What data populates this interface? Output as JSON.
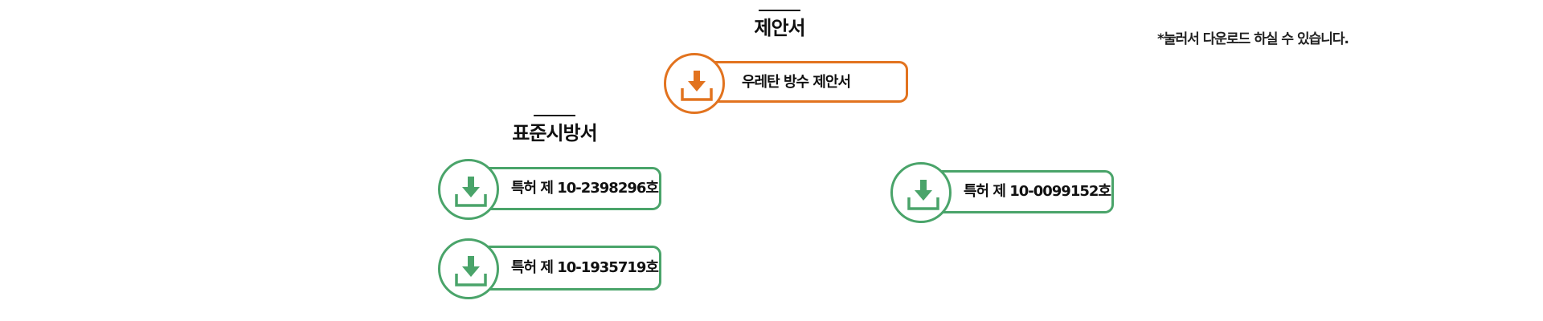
{
  "sections": {
    "proposal": {
      "title": "제안서",
      "items": [
        {
          "label": "우레탄 방수 제안서",
          "color": "#e2731f",
          "icon": "download-icon"
        }
      ]
    },
    "standard_spec": {
      "title": "표준시방서",
      "items": [
        {
          "label": "특허 제 10-2398296호",
          "color": "#4aa46a",
          "icon": "download-icon"
        },
        {
          "label": "특허 제 10-1935719호",
          "color": "#4aa46a",
          "icon": "download-icon"
        },
        {
          "label": "특허 제 10-0099152호",
          "color": "#4aa46a",
          "icon": "download-icon"
        }
      ]
    }
  },
  "note": "*눌러서 다운로드 하실 수 있습니다."
}
